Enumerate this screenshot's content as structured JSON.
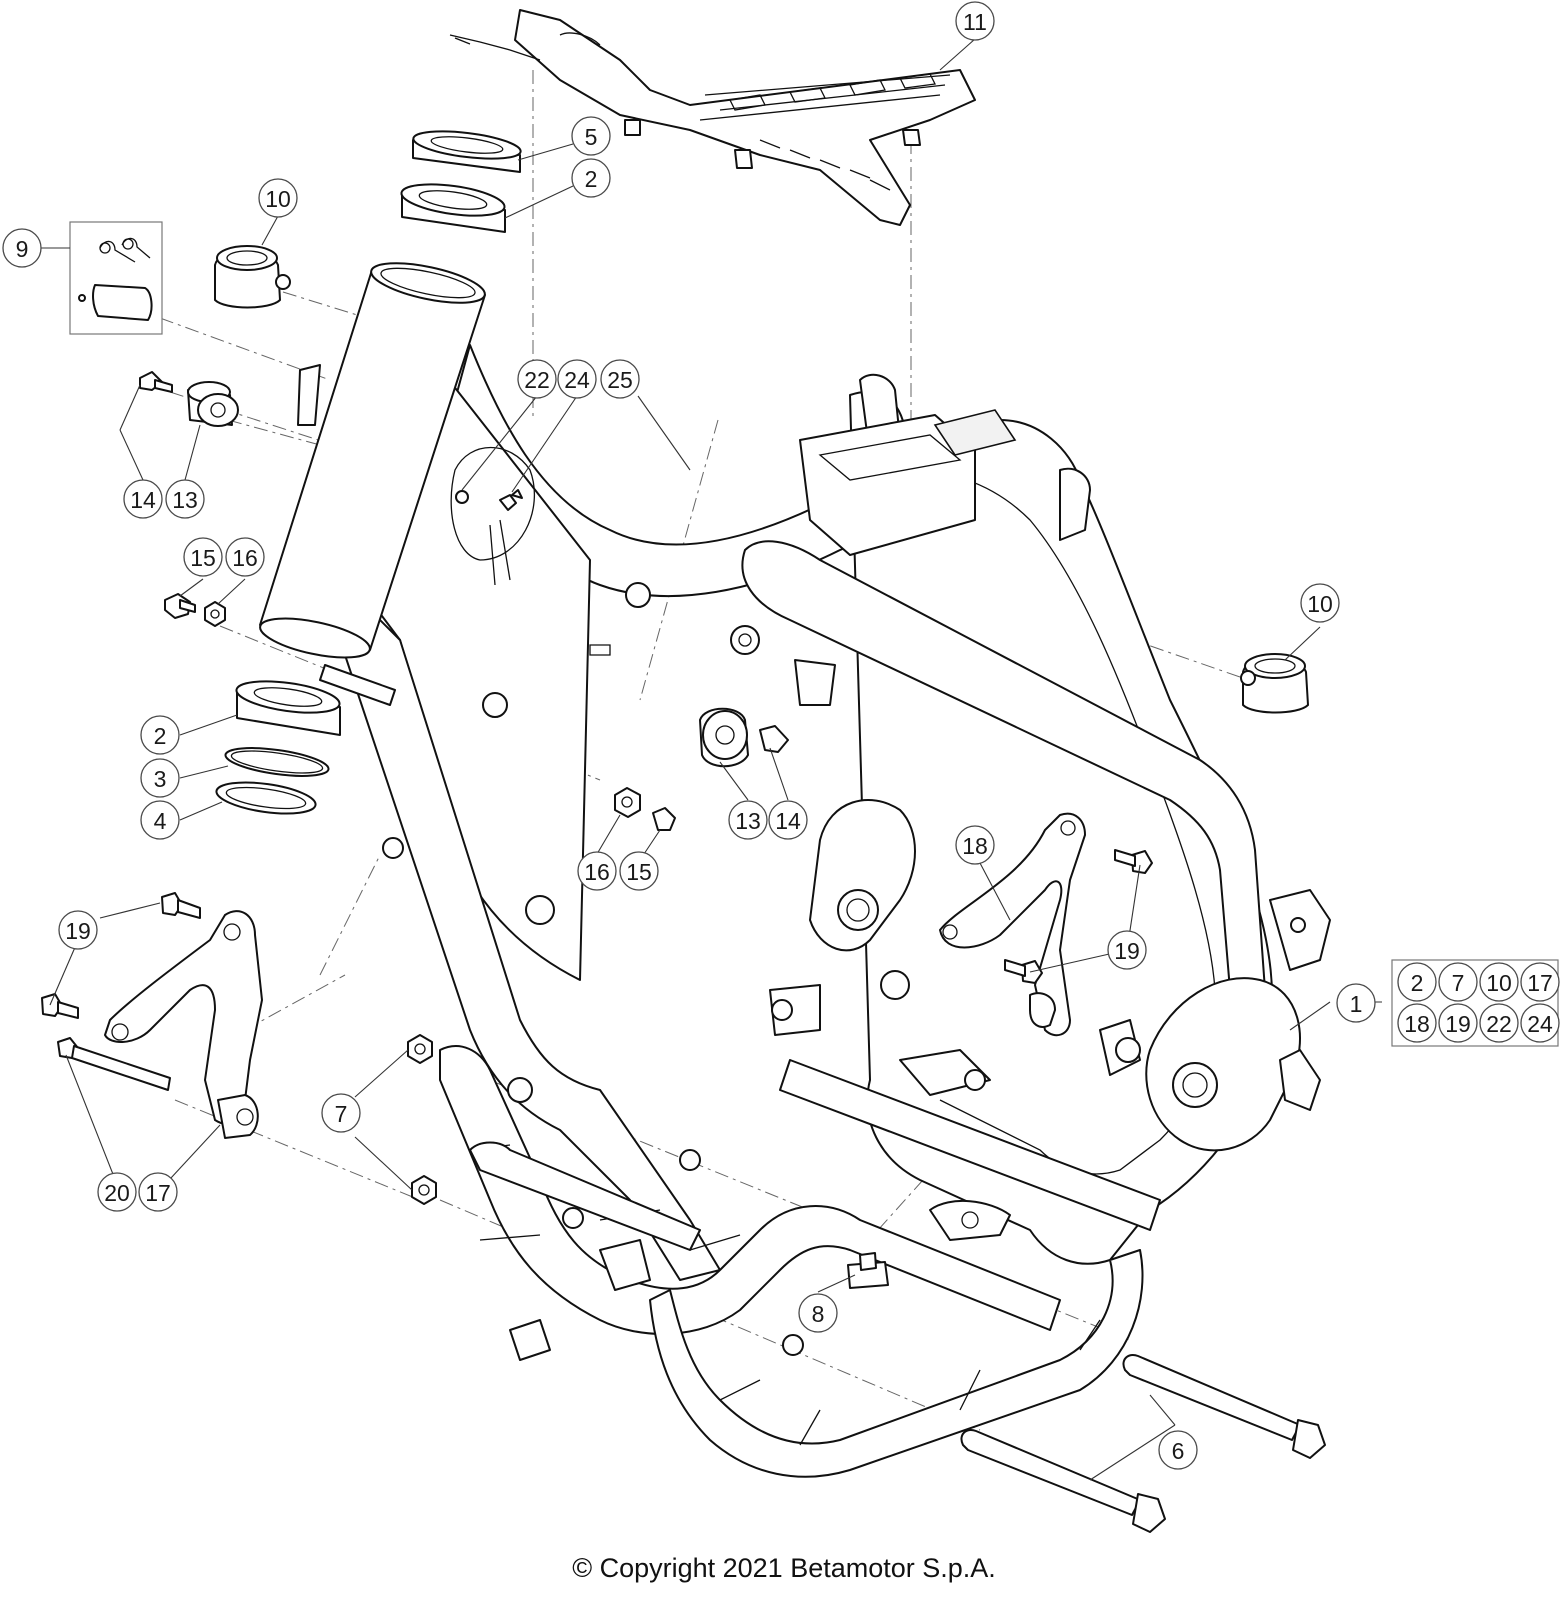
{
  "callouts": [
    {
      "id": "c11",
      "label": "11"
    },
    {
      "id": "c5",
      "label": "5"
    },
    {
      "id": "c2a",
      "label": "2"
    },
    {
      "id": "c10a",
      "label": "10"
    },
    {
      "id": "c9",
      "label": "9"
    },
    {
      "id": "c22",
      "label": "22"
    },
    {
      "id": "c24",
      "label": "24"
    },
    {
      "id": "c25",
      "label": "25"
    },
    {
      "id": "c14a",
      "label": "14"
    },
    {
      "id": "c13a",
      "label": "13"
    },
    {
      "id": "c15a",
      "label": "15"
    },
    {
      "id": "c16a",
      "label": "16"
    },
    {
      "id": "c10b",
      "label": "10"
    },
    {
      "id": "c2b",
      "label": "2"
    },
    {
      "id": "c3",
      "label": "3"
    },
    {
      "id": "c4",
      "label": "4"
    },
    {
      "id": "c13b",
      "label": "13"
    },
    {
      "id": "c14b",
      "label": "14"
    },
    {
      "id": "c16b",
      "label": "16"
    },
    {
      "id": "c15b",
      "label": "15"
    },
    {
      "id": "c18",
      "label": "18"
    },
    {
      "id": "c19a",
      "label": "19"
    },
    {
      "id": "c19b",
      "label": "19"
    },
    {
      "id": "c19c",
      "label": "19"
    },
    {
      "id": "c1",
      "label": "1"
    },
    {
      "id": "c7",
      "label": "7"
    },
    {
      "id": "c20",
      "label": "20"
    },
    {
      "id": "c17",
      "label": "17"
    },
    {
      "id": "c8",
      "label": "8"
    },
    {
      "id": "c6",
      "label": "6"
    }
  ],
  "kit": {
    "parent": "1",
    "components": [
      "2",
      "7",
      "10",
      "17",
      "18",
      "19",
      "22",
      "24"
    ]
  },
  "copyright": "© Copyright 2021 Betamotor S.p.A."
}
